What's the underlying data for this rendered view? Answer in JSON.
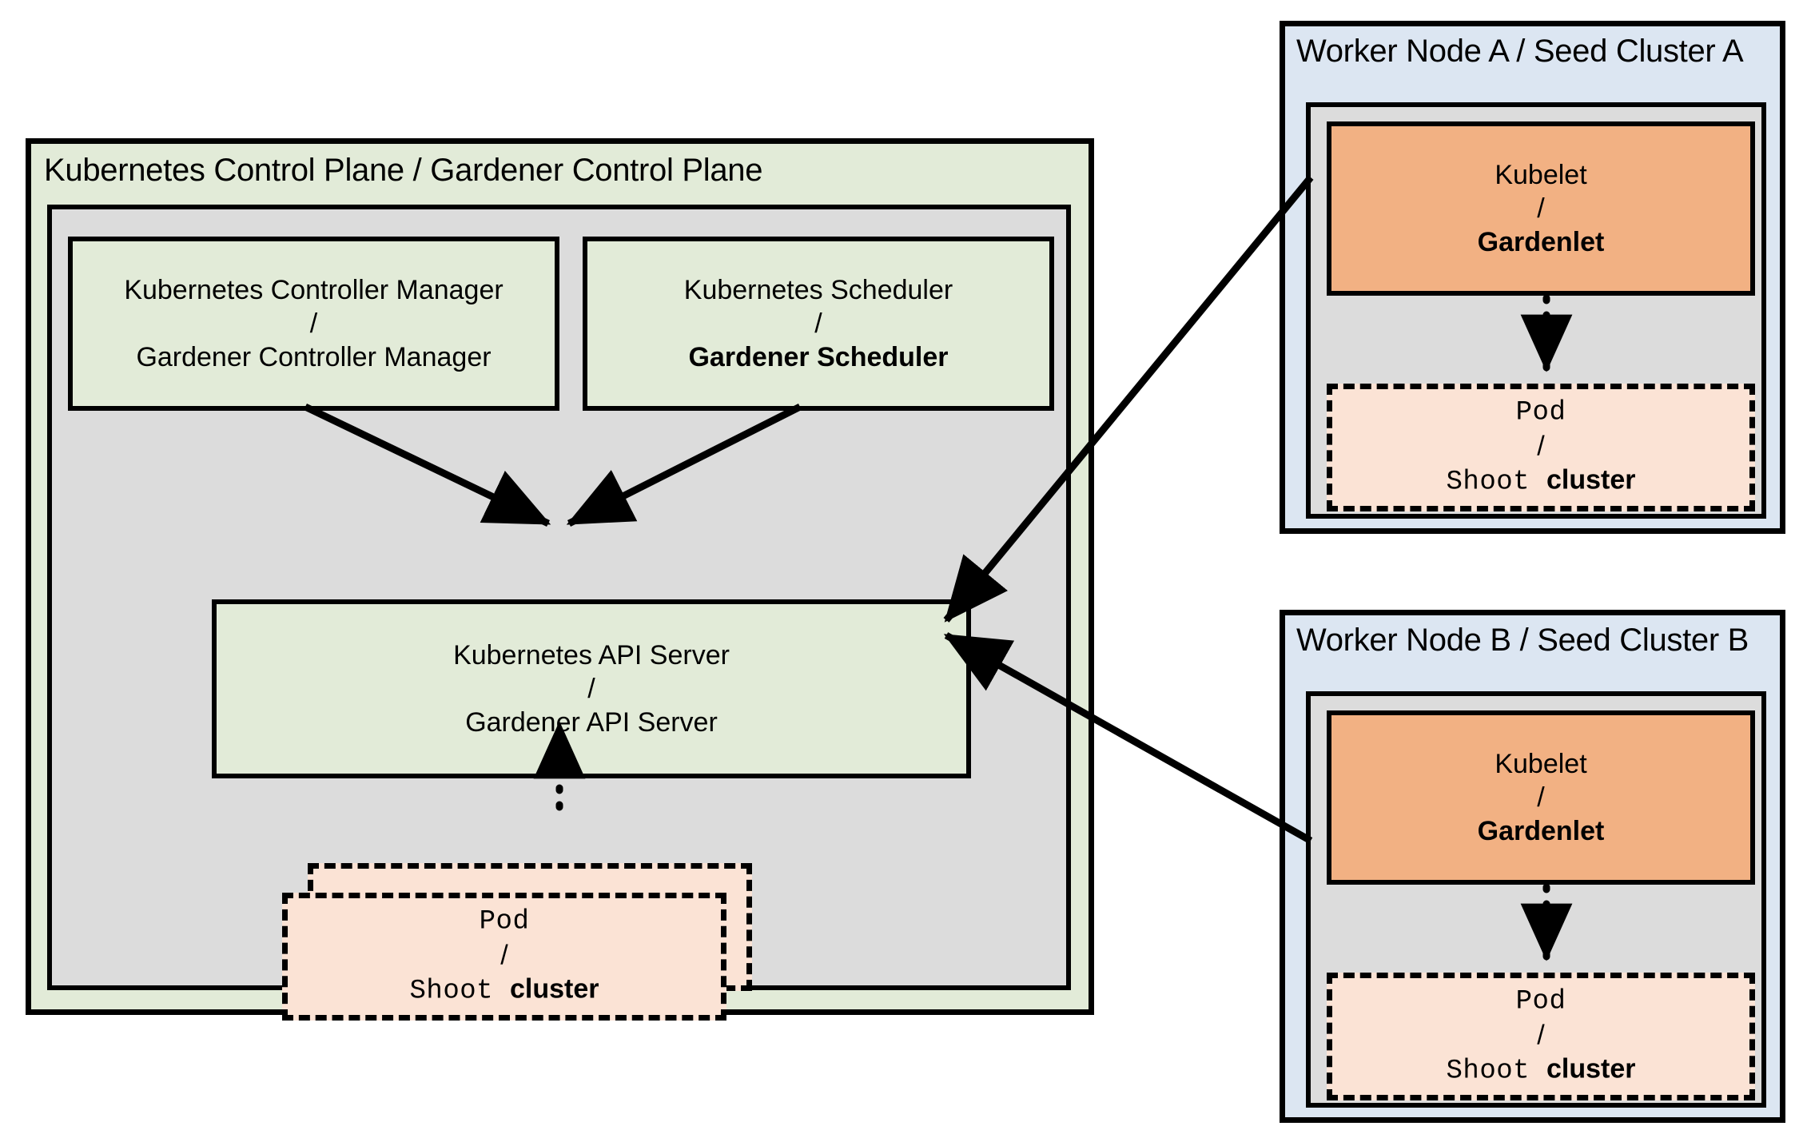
{
  "diagram": {
    "title": "Gardener / Kubernetes analogy architecture",
    "colors": {
      "green": "#E2EBD8",
      "gray": "#DCDCDC",
      "blue": "#DCE6F2",
      "orange": "#F2B183",
      "peach": "#FBE3D5",
      "stroke": "#000000",
      "background": "#FFFFFF"
    }
  },
  "control_plane": {
    "title": "Kubernetes Control Plane / Gardener Control Plane",
    "controller_manager": {
      "line1": "Kubernetes Controller Manager",
      "separator": "/",
      "line2": "Gardener Controller Manager"
    },
    "scheduler": {
      "line1": "Kubernetes Scheduler",
      "separator": "/",
      "line2": "Gardener Scheduler"
    },
    "api_server": {
      "line1": "Kubernetes API Server",
      "separator": "/",
      "line2": "Gardener API Server"
    },
    "pod": {
      "line1": "Pod",
      "separator": "/",
      "line2_mono": "Shoot",
      "line2_bold": "cluster"
    }
  },
  "worker_node_a": {
    "title": "Worker Node A / Seed Cluster A",
    "kubelet": {
      "line1": "Kubelet",
      "separator": "/",
      "line2": "Gardenlet"
    },
    "pod": {
      "line1": "Pod",
      "separator": "/",
      "line2_mono": "Shoot",
      "line2_bold": "cluster"
    }
  },
  "worker_node_b": {
    "title": "Worker Node B / Seed Cluster B",
    "kubelet": {
      "line1": "Kubelet",
      "separator": "/",
      "line2": "Gardenlet"
    },
    "pod": {
      "line1": "Pod",
      "separator": "/",
      "line2_mono": "Shoot",
      "line2_bold": "cluster"
    }
  },
  "connectors": [
    {
      "name": "controller-manager-to-api-server",
      "style": "solid-arrow"
    },
    {
      "name": "scheduler-to-api-server",
      "style": "solid-arrow"
    },
    {
      "name": "control-plane-pod-to-api-server",
      "style": "dotted-arrow"
    },
    {
      "name": "gardenlet-a-to-api-server",
      "style": "solid-arrow"
    },
    {
      "name": "gardenlet-b-to-api-server",
      "style": "solid-arrow"
    },
    {
      "name": "gardenlet-a-to-pod-a",
      "style": "dotted-arrow"
    },
    {
      "name": "gardenlet-b-to-pod-b",
      "style": "dotted-arrow"
    }
  ]
}
